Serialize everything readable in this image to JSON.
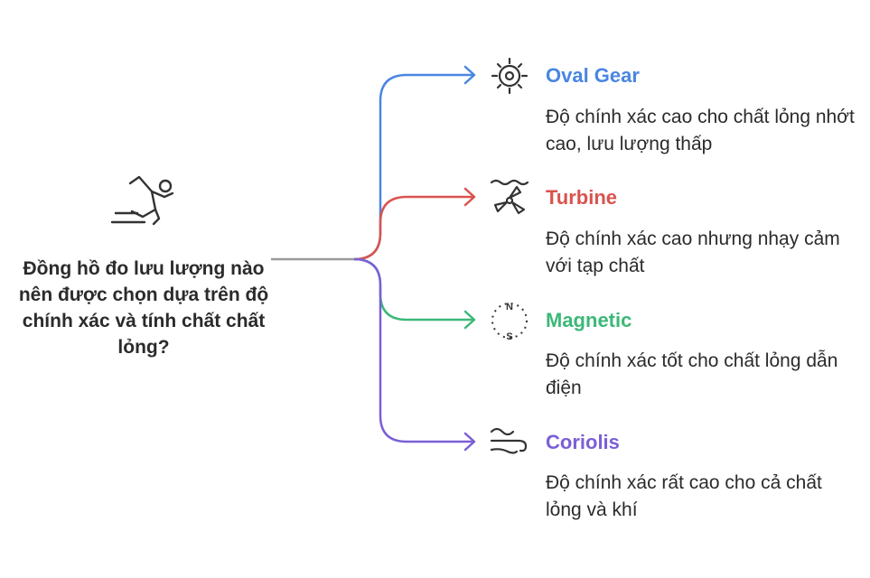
{
  "question": "Đồng hồ đo lưu lượng nào nên được chọn dựa trên độ chính xác và tính chất chất lỏng?",
  "center_icon": "falling-person-icon",
  "branches": [
    {
      "title": "Oval Gear",
      "description": "Độ chính xác cao cho chất lỏng nhớt cao, lưu lượng thấp",
      "color": "#4a86e0",
      "icon": "gear-icon"
    },
    {
      "title": "Turbine",
      "description": "Độ chính xác cao nhưng nhạy cảm với tạp chất",
      "color": "#d9534f",
      "icon": "turbine-icon"
    },
    {
      "title": "Magnetic",
      "description": "Độ chính xác tốt cho chất lỏng dẫn điện",
      "color": "#3cb878",
      "icon": "compass-icon"
    },
    {
      "title": "Coriolis",
      "description": "Độ chính xác rất cao cho cả chất lỏng và khí",
      "color": "#7b5fd6",
      "icon": "wind-icon"
    }
  ]
}
